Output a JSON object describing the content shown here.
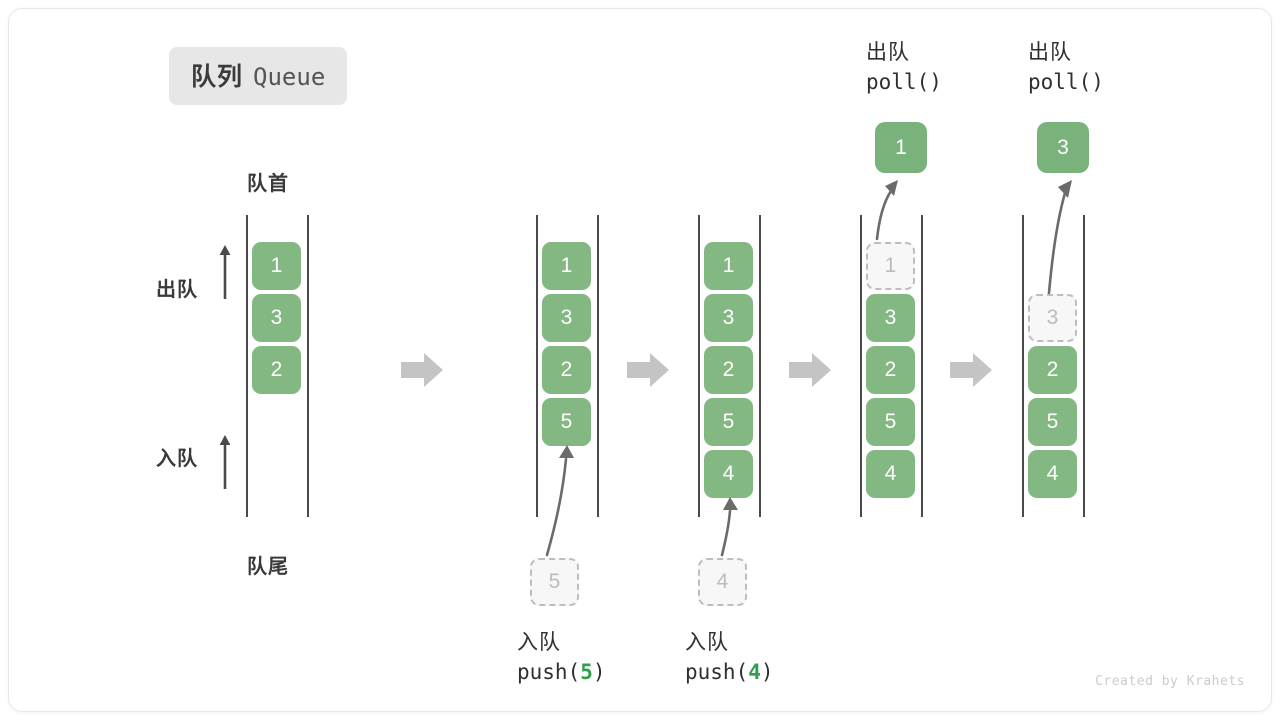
{
  "title": {
    "cn": "队列",
    "en": "Queue"
  },
  "labels": {
    "front": "队首",
    "rear": "队尾",
    "dequeue": "出队",
    "enqueue": "入队"
  },
  "colors": {
    "element": "#84b883",
    "ghost_fill": "#f7f7f7",
    "ghost_border": "#bdbdbd",
    "rail": "#4a4a4a",
    "flow_arrow": "#c4c4c4",
    "curve_arrow": "#6b6b6b",
    "badge_bg": "#e7e7e7",
    "code_number": "#2e9e4f",
    "text": "#3a3a3a"
  },
  "columns": [
    {
      "id": "initial",
      "items": [
        "1",
        "3",
        "2"
      ],
      "ghost_index": -1,
      "caption_cn": "",
      "caption_code": ""
    },
    {
      "id": "after-push-5",
      "items": [
        "1",
        "3",
        "2",
        "5"
      ],
      "ghost_index": -1,
      "caption_cn": "入队",
      "caption_code_prefix": "push(",
      "caption_code_num": "5",
      "caption_code_suffix": ")",
      "incoming_value": "5"
    },
    {
      "id": "after-push-4",
      "items": [
        "1",
        "3",
        "2",
        "5",
        "4"
      ],
      "ghost_index": -1,
      "caption_cn": "入队",
      "caption_code_prefix": "push(",
      "caption_code_num": "4",
      "caption_code_suffix": ")",
      "incoming_value": "4"
    },
    {
      "id": "after-poll-1",
      "items": [
        "1",
        "3",
        "2",
        "5",
        "4"
      ],
      "ghost_index": 0,
      "caption_cn": "出队",
      "caption_code": "poll()",
      "popped_value": "1"
    },
    {
      "id": "after-poll-3",
      "items": [
        "3",
        "2",
        "5",
        "4"
      ],
      "ghost_index": 0,
      "caption_cn": "出队",
      "caption_code": "poll()",
      "popped_value": "3"
    }
  ],
  "credit": "Created by Krahets"
}
